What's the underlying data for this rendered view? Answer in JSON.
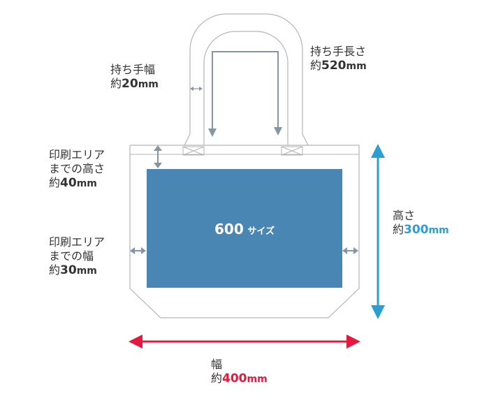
{
  "handle_width": {
    "label": "持ち手幅",
    "prefix": "約",
    "value": "20",
    "unit": "mm"
  },
  "handle_length": {
    "label": "持ち手長さ",
    "prefix": "約",
    "value": "520",
    "unit": "mm"
  },
  "print_top": {
    "line1": "印刷エリア",
    "line2": "までの高さ",
    "prefix": "約",
    "value": "40",
    "unit": "mm"
  },
  "print_side": {
    "line1": "印刷エリア",
    "line2": "までの幅",
    "prefix": "約",
    "value": "30",
    "unit": "mm"
  },
  "height": {
    "label": "高さ",
    "prefix": "約",
    "value": "300",
    "unit": "mm"
  },
  "width": {
    "label": "幅",
    "prefix": "約",
    "value": "400",
    "unit": "mm"
  },
  "print_area": {
    "number": "600",
    "size_label": "サイズ"
  },
  "colors": {
    "print_area": "#4a86b4",
    "height_arrow": "#29a0d0",
    "width_arrow": "#e5193d",
    "outline": "#b5b5b5",
    "dim_arrow": "#8496a4"
  }
}
